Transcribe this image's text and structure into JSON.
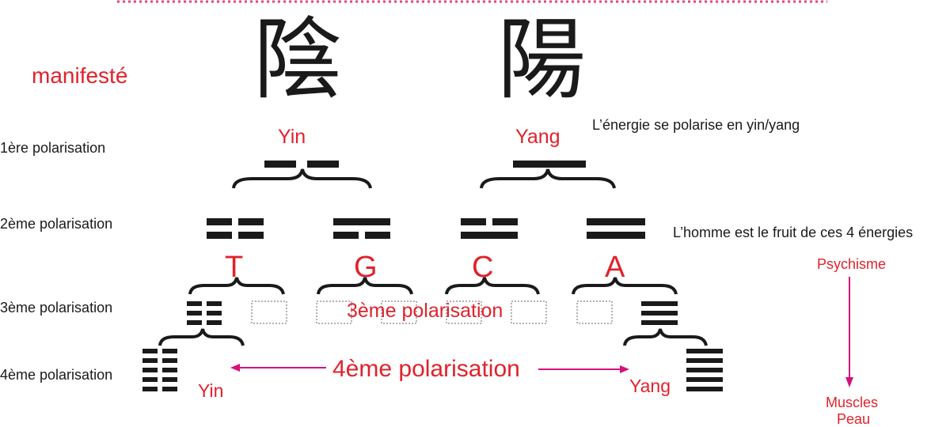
{
  "colors": {
    "red": "#e1222b",
    "magenta": "#d6127a",
    "ink": "#1a1a1a"
  },
  "header": {
    "manifest": "manifesté",
    "yin_char": "陰",
    "yang_char": "陽"
  },
  "levels": {
    "l1": "1ère polarisation",
    "l2": "2ème polarisation",
    "l3": "3ème polarisation",
    "l4": "4ème polarisation"
  },
  "notes": {
    "energy": "L’énergie se polarise en yin/yang",
    "man": "L’homme est le fruit de ces 4 énergies"
  },
  "first": {
    "yin": "Yin",
    "yang": "Yang"
  },
  "bases": [
    "T",
    "G",
    "C",
    "A"
  ],
  "center3": "3ème polarisation",
  "center4": "4ème polarisation",
  "bottom": {
    "yin": "Yin",
    "yang": "Yang"
  },
  "side": {
    "top": "Psychisme",
    "bottom1": "Muscles",
    "bottom2": "Peau"
  }
}
